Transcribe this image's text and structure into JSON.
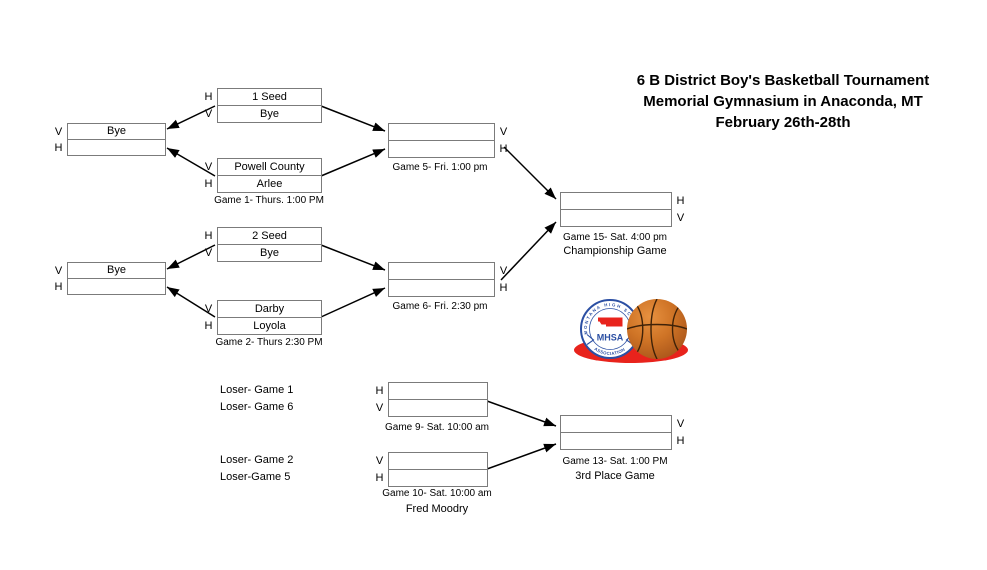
{
  "title": {
    "line1": "6 B District Boy's Basketball Tournament",
    "line2": "Memorial Gymnasium in Anaconda, MT",
    "line3": "February 26th-28th"
  },
  "bracket": {
    "bye_left_1": {
      "row1_label": "V",
      "row1_text": "Bye",
      "row2_label": "H",
      "row2_text": ""
    },
    "seed1": {
      "row1_label": "H",
      "row1_text": "1 Seed",
      "row2_label": "V",
      "row2_text": "Bye"
    },
    "game1": {
      "row1_label": "V",
      "row1_text": "Powell County",
      "row2_label": "H",
      "row2_text": "Arlee",
      "caption": "Game 1- Thurs. 1:00 PM"
    },
    "game5": {
      "row1_label": "V",
      "row1_text": "",
      "row2_label": "H",
      "row2_text": "",
      "caption": "Game 5- Fri. 1:00 pm"
    },
    "bye_left_2": {
      "row1_label": "V",
      "row1_text": "Bye",
      "row2_label": "H",
      "row2_text": ""
    },
    "seed2": {
      "row1_label": "H",
      "row1_text": "2 Seed",
      "row2_label": "V",
      "row2_text": "Bye"
    },
    "game2": {
      "row1_label": "V",
      "row1_text": "Darby",
      "row2_label": "H",
      "row2_text": "Loyola",
      "caption": "Game 2- Thurs 2:30 PM"
    },
    "game6": {
      "row1_label": "V",
      "row1_text": "",
      "row2_label": "H",
      "row2_text": "",
      "caption": "Game 6- Fri. 2:30 pm"
    },
    "championship": {
      "row1_label": "H",
      "row1_text": "",
      "row2_label": "V",
      "row2_text": "",
      "caption": "Game 15- Sat. 4:00 pm",
      "subcaption": "Championship Game"
    }
  },
  "consolation": {
    "loser_game1": "Loser- Game 1",
    "loser_game6": "Loser- Game 6",
    "loser_game2": "Loser- Game 2",
    "loser_game5": "Loser-Game 5",
    "game9": {
      "row1_label": "H",
      "row1_text": "",
      "row2_label": "V",
      "row2_text": "",
      "caption": "Game 9- Sat. 10:00 am"
    },
    "game10": {
      "row1_label": "V",
      "row1_text": "",
      "row2_label": "H",
      "row2_text": "",
      "caption": "Game 10- Sat. 10:00 am",
      "subcaption": "Fred Moodry"
    },
    "third_place": {
      "row1_label": "V",
      "row1_text": "",
      "row2_label": "H",
      "row2_text": "",
      "caption": "Game 13- Sat. 1:00 PM",
      "subcaption": "3rd Place Game"
    }
  },
  "logo": {
    "ring_top": "MONTANA HIGH SCHOOL",
    "ring_bottom": "ASSOCIATION",
    "acronym": "MHSA"
  },
  "colors": {
    "background": "#ffffff",
    "box_border": "#7b7b7b",
    "text": "#000000",
    "arrow": "#000000",
    "logo_blue": "#2b4fa3",
    "logo_red": "#e8231c",
    "basketball_orange": "#cf7426",
    "basketball_seam": "#3f2208"
  }
}
